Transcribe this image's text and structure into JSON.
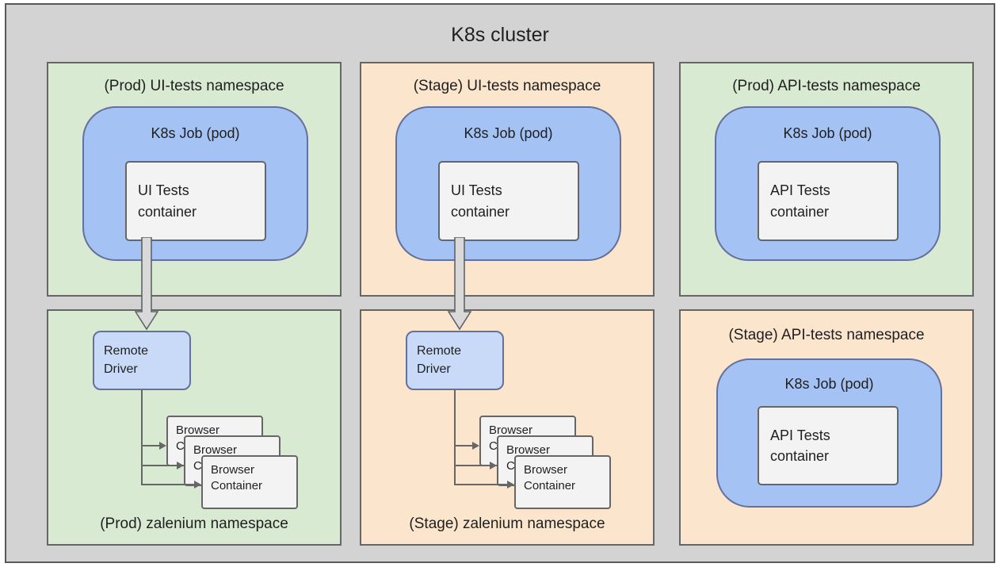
{
  "title": "K8s cluster",
  "panels": {
    "prod_ui": {
      "label": "(Prod) UI-tests namespace",
      "pod": "K8s Job (pod)",
      "container": "UI Tests container"
    },
    "stage_ui": {
      "label": "(Stage) UI-tests namespace",
      "pod": "K8s Job (pod)",
      "container": "UI Tests container"
    },
    "prod_api": {
      "label": "(Prod) API-tests namespace",
      "pod": "K8s Job (pod)",
      "container": "API Tests container"
    },
    "prod_zalenium": {
      "label": "(Prod) zalenium namespace",
      "driver": "Remote Driver",
      "browser": "Browser Container"
    },
    "stage_zalenium": {
      "label": "(Stage) zalenium namespace",
      "driver": "Remote Driver",
      "browser": "Browser Container"
    },
    "stage_api": {
      "label": "(Stage) API-tests namespace",
      "pod": "K8s Job (pod)",
      "container": "API Tests container"
    }
  },
  "colors": {
    "canvas": "#d3d3d3",
    "green_panel": "#d9ead3",
    "orange_panel": "#fce5cd",
    "pod_blue": "#a4c2f4",
    "driver_blue": "#c9daf8",
    "container_gray": "#f3f3f3",
    "border_gray": "#666666",
    "arrow_fill": "#d9d9d9"
  }
}
